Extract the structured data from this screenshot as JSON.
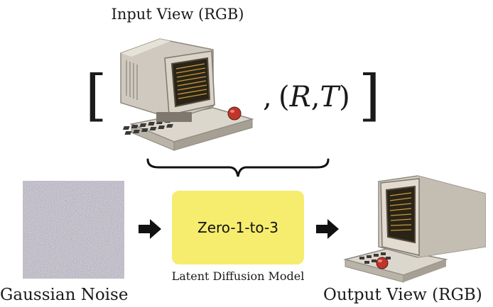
{
  "input_view": {
    "title": "Input View (RGB)",
    "left_bracket": "[",
    "right_bracket": "]",
    "comma": ",",
    "pose_open": "(",
    "pose_r": "R",
    "pose_sep": ",",
    "pose_t": "T",
    "pose_close": ")"
  },
  "noise": {
    "label": "Gaussian Noise"
  },
  "model": {
    "name": "Zero-1-to-3",
    "caption": "Latent Diffusion Model",
    "box_color": "#f6ec6e"
  },
  "output_view": {
    "label": "Output View (RGB)"
  },
  "icons": [
    "retro-computer-icon",
    "arrow-right-icon",
    "curly-brace-icon"
  ]
}
